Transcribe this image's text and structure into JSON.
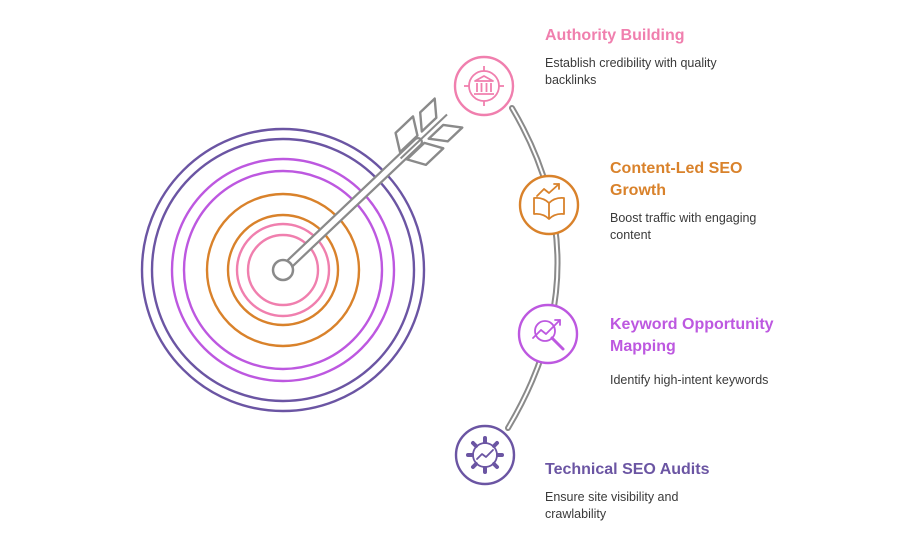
{
  "steps": [
    {
      "title": "Authority Building",
      "description": "Establish credibility with quality backlinks",
      "color": "#f07fae",
      "icon": "bank-icon"
    },
    {
      "title": "Content-Led SEO Growth",
      "description": "Boost traffic with engaging content",
      "color": "#d9822b",
      "icon": "open-book-growth-icon"
    },
    {
      "title": "Keyword Opportunity Mapping",
      "description": "Identify high-intent keywords",
      "color": "#bd58e0",
      "icon": "magnifier-trend-icon"
    },
    {
      "title": "Technical SEO Audits",
      "description": "Ensure site visibility and crawlability",
      "color": "#6b55a3",
      "icon": "gear-chart-icon"
    }
  ]
}
